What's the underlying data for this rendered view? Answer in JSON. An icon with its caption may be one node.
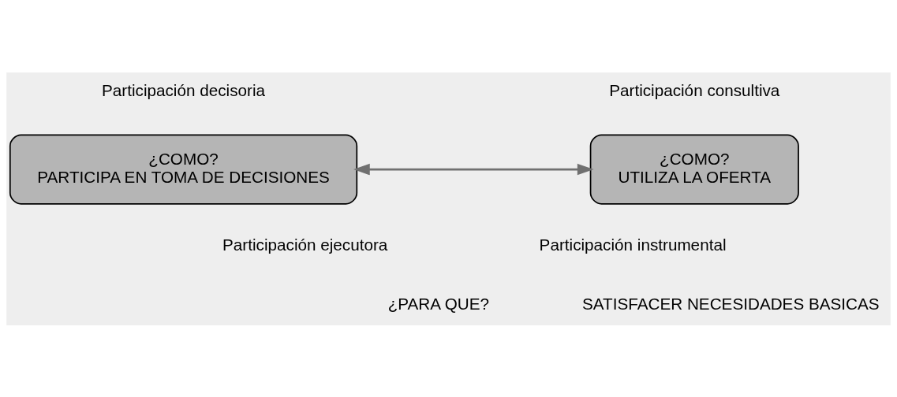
{
  "diagram": {
    "nodes": [
      {
        "text": [
          "¿COMO?",
          "PARTICIPA EN TOMA DE DECISIONES"
        ]
      },
      {
        "text": [
          "¿COMO?",
          "UTILIZA LA OFERTA"
        ]
      }
    ],
    "edges": [
      {
        "from": 0,
        "to": 1,
        "arrow": "both"
      }
    ],
    "labels": [
      "Participación decisoria",
      "Participación consultiva",
      "Participación ejecutora",
      "Participación instrumental",
      "¿PARA QUE?",
      "SATISFACER NECESIDADES BASICAS"
    ]
  }
}
